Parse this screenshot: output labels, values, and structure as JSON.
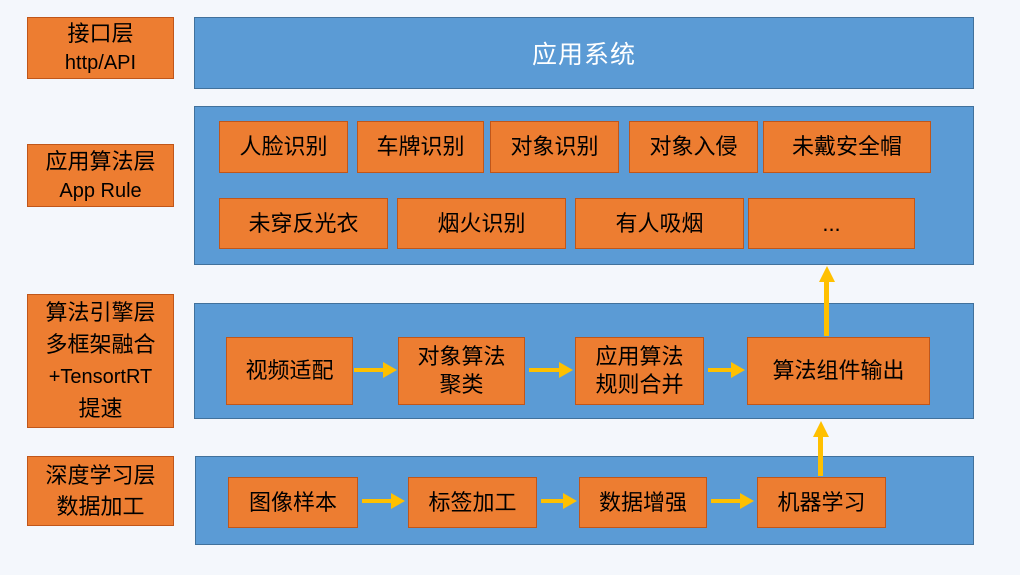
{
  "colors": {
    "background": "#F4F7FC",
    "band_fill": "#5B9BD5",
    "band_border": "#41719C",
    "box_fill": "#ED7D31",
    "box_border": "#C0561A",
    "arrow": "#FFC000",
    "band_title_text": "#FFFFFF",
    "box_text": "#000000"
  },
  "layer_labels": [
    {
      "id": "interface",
      "lines": [
        "接口层",
        "http/API"
      ]
    },
    {
      "id": "app-rule",
      "lines": [
        "应用算法层",
        "App Rule"
      ]
    },
    {
      "id": "engine",
      "lines": [
        "算法引擎层",
        "多框架融合",
        "+TensortRT",
        "提速"
      ]
    },
    {
      "id": "deep-learning",
      "lines": [
        "深度学习层",
        "数据加工"
      ]
    }
  ],
  "bands": {
    "app_system": {
      "title": "应用系统"
    },
    "app_rules": {
      "row1": [
        "人脸识别",
        "车牌识别",
        "对象识别",
        "对象入侵",
        "未戴安全帽"
      ],
      "row2": [
        "未穿反光衣",
        "烟火识别",
        "有人吸烟",
        "..."
      ]
    },
    "engine": {
      "boxes": [
        {
          "line1": "视频适配",
          "line2": ""
        },
        {
          "line1": "对象算法",
          "line2": "聚类"
        },
        {
          "line1": "应用算法",
          "line2": "规则合并"
        },
        {
          "line1": "算法组件输出",
          "line2": ""
        }
      ]
    },
    "deep_learning": {
      "boxes": [
        "图像样本",
        "标签加工",
        "数据增强",
        "机器学习"
      ]
    }
  },
  "icons": {
    "arrow_right": "arrow-right",
    "arrow_up": "arrow-up"
  }
}
